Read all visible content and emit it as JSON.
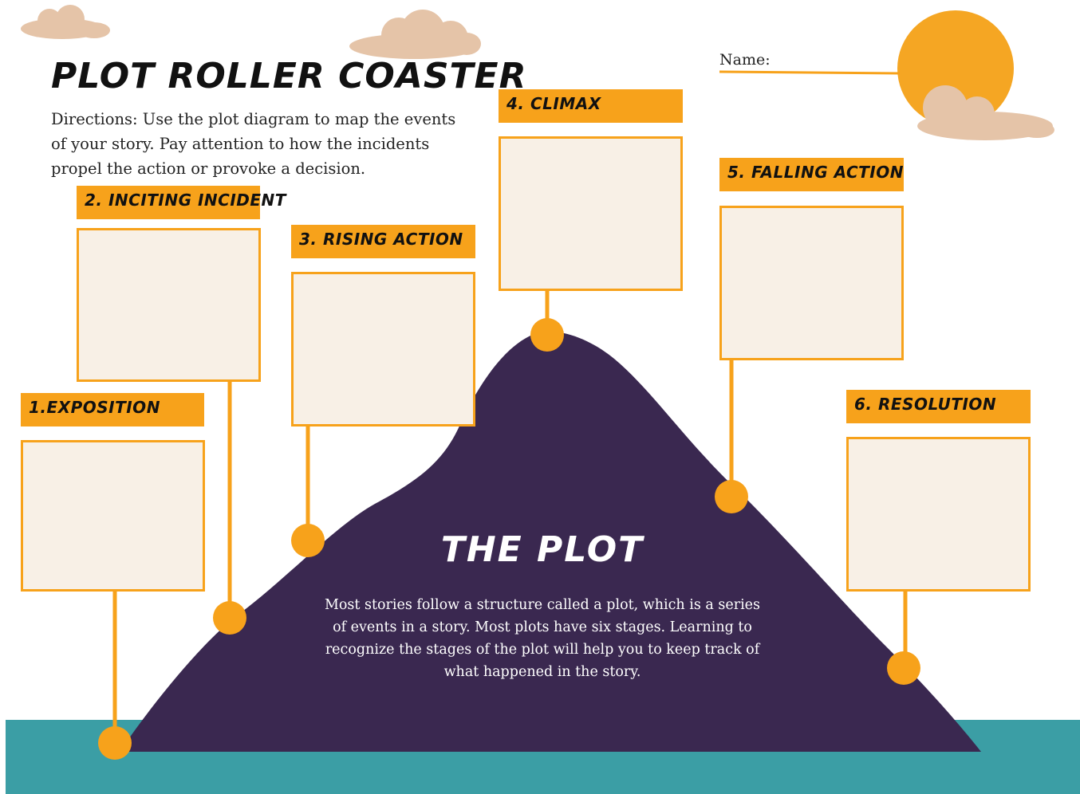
{
  "title": "PLOT ROLLER COASTER",
  "directions": "Directions: Use the plot diagram to map the events of your story. Pay attention to how the incidents propel the action or provoke a decision.",
  "name_label": "Name:",
  "colors": {
    "accent": "#f7a21b",
    "mountain": "#3a2850",
    "sea": "#3b9ea5",
    "box_fill": "#f8f0e6",
    "cloud": "#e5c4a8",
    "sun": "#f5a623"
  },
  "stages": [
    {
      "label": "1.EXPOSITION"
    },
    {
      "label": "2. INCITING INCIDENT"
    },
    {
      "label": "3. RISING ACTION"
    },
    {
      "label": "4. CLIMAX"
    },
    {
      "label": "5. FALLING ACTION"
    },
    {
      "label": "6. RESOLUTION"
    }
  ],
  "plot": {
    "heading": "THE PLOT",
    "text": "Most stories follow a structure called a plot, which is a series of events in a story. Most plots have six stages. Learning to recognize the stages of the plot will help you to keep track of what happened in the story."
  }
}
